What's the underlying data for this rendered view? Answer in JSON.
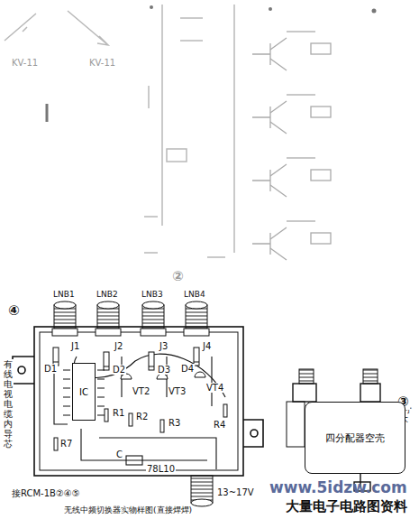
{
  "diagram": {
    "caption": "无线中频切换器实物样图(直接焊焊)",
    "nodes": [
      {
        "text": [
          "IC"
        ]
      },
      {
        "text": [
          "四分配器空壳"
        ]
      }
    ],
    "labels": [
      "②",
      "KV-11",
      "KV-11",
      "④",
      "LNB1",
      "LNB2",
      "LNB3",
      "LNB4",
      "J1",
      "J2",
      "J3",
      "J4",
      "D1",
      "D2",
      "D3",
      "D4",
      "VT2",
      "VT3",
      "VT4",
      "R1",
      "R2",
      "R3",
      "R4",
      "R7",
      "C",
      "78L10",
      "有线电视电缆内导芯",
      "接RCM-1B②④⑤",
      "13~17V",
      "钮孔尺寸与F座大小相",
      "③",
      "www.5idzw.com",
      "大量电子电路图资料"
    ]
  }
}
